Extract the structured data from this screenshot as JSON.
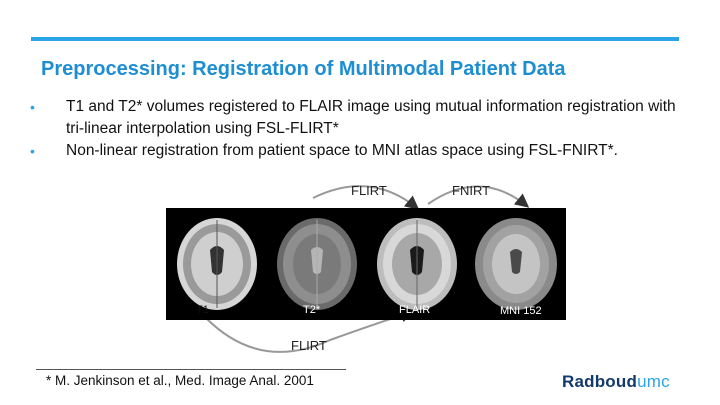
{
  "slide": {
    "title": "Preprocessing: Registration of Multimodal Patient Data",
    "bullets": [
      {
        "text": "T1 and T2* volumes registered to FLAIR image using mutual information registration with tri-linear interpolation using FSL-FLIRT*"
      },
      {
        "text": "Non-linear registration from patient space to MNI atlas space using FSL-FNIRT*."
      }
    ],
    "bullet_symbol": "•"
  },
  "figure": {
    "images": [
      {
        "label": "T1"
      },
      {
        "label": "T2*"
      },
      {
        "label": "FLAIR"
      },
      {
        "label": "MNI 152"
      }
    ],
    "arrows": {
      "top_left": "FLIRT",
      "top_right": "FNIRT",
      "bottom": "FLIRT"
    }
  },
  "footnote": "* M. Jenkinson et al., Med. Image Anal. 2001",
  "logo": {
    "part1": "Radboud",
    "part2": "umc"
  },
  "colors": {
    "accent": "#2aa4e6",
    "title": "#1e8ed3",
    "logo_dark": "#123a6b"
  }
}
